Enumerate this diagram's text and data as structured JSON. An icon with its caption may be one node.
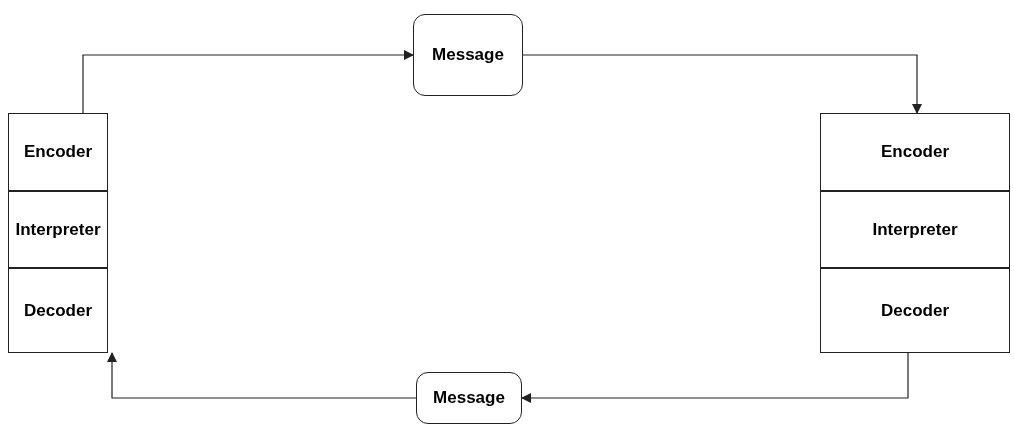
{
  "diagram": {
    "nodes": [
      {
        "text": [
          "Encoder"
        ]
      },
      {
        "text": [
          "Interpreter"
        ]
      },
      {
        "text": [
          "Decoder"
        ]
      },
      {
        "text": [
          "Message"
        ]
      },
      {
        "text": [
          "Encoder"
        ]
      },
      {
        "text": [
          "Interpreter"
        ]
      },
      {
        "text": [
          "Decoder"
        ]
      },
      {
        "text": [
          "Message"
        ]
      }
    ],
    "edges": [
      {
        "from": 0,
        "to": 3,
        "arrow": "to"
      },
      {
        "from": 3,
        "to": 4,
        "arrow": "to"
      },
      {
        "from": 6,
        "to": 7,
        "arrow": "to"
      },
      {
        "from": 7,
        "to": 2,
        "arrow": "to"
      }
    ]
  }
}
